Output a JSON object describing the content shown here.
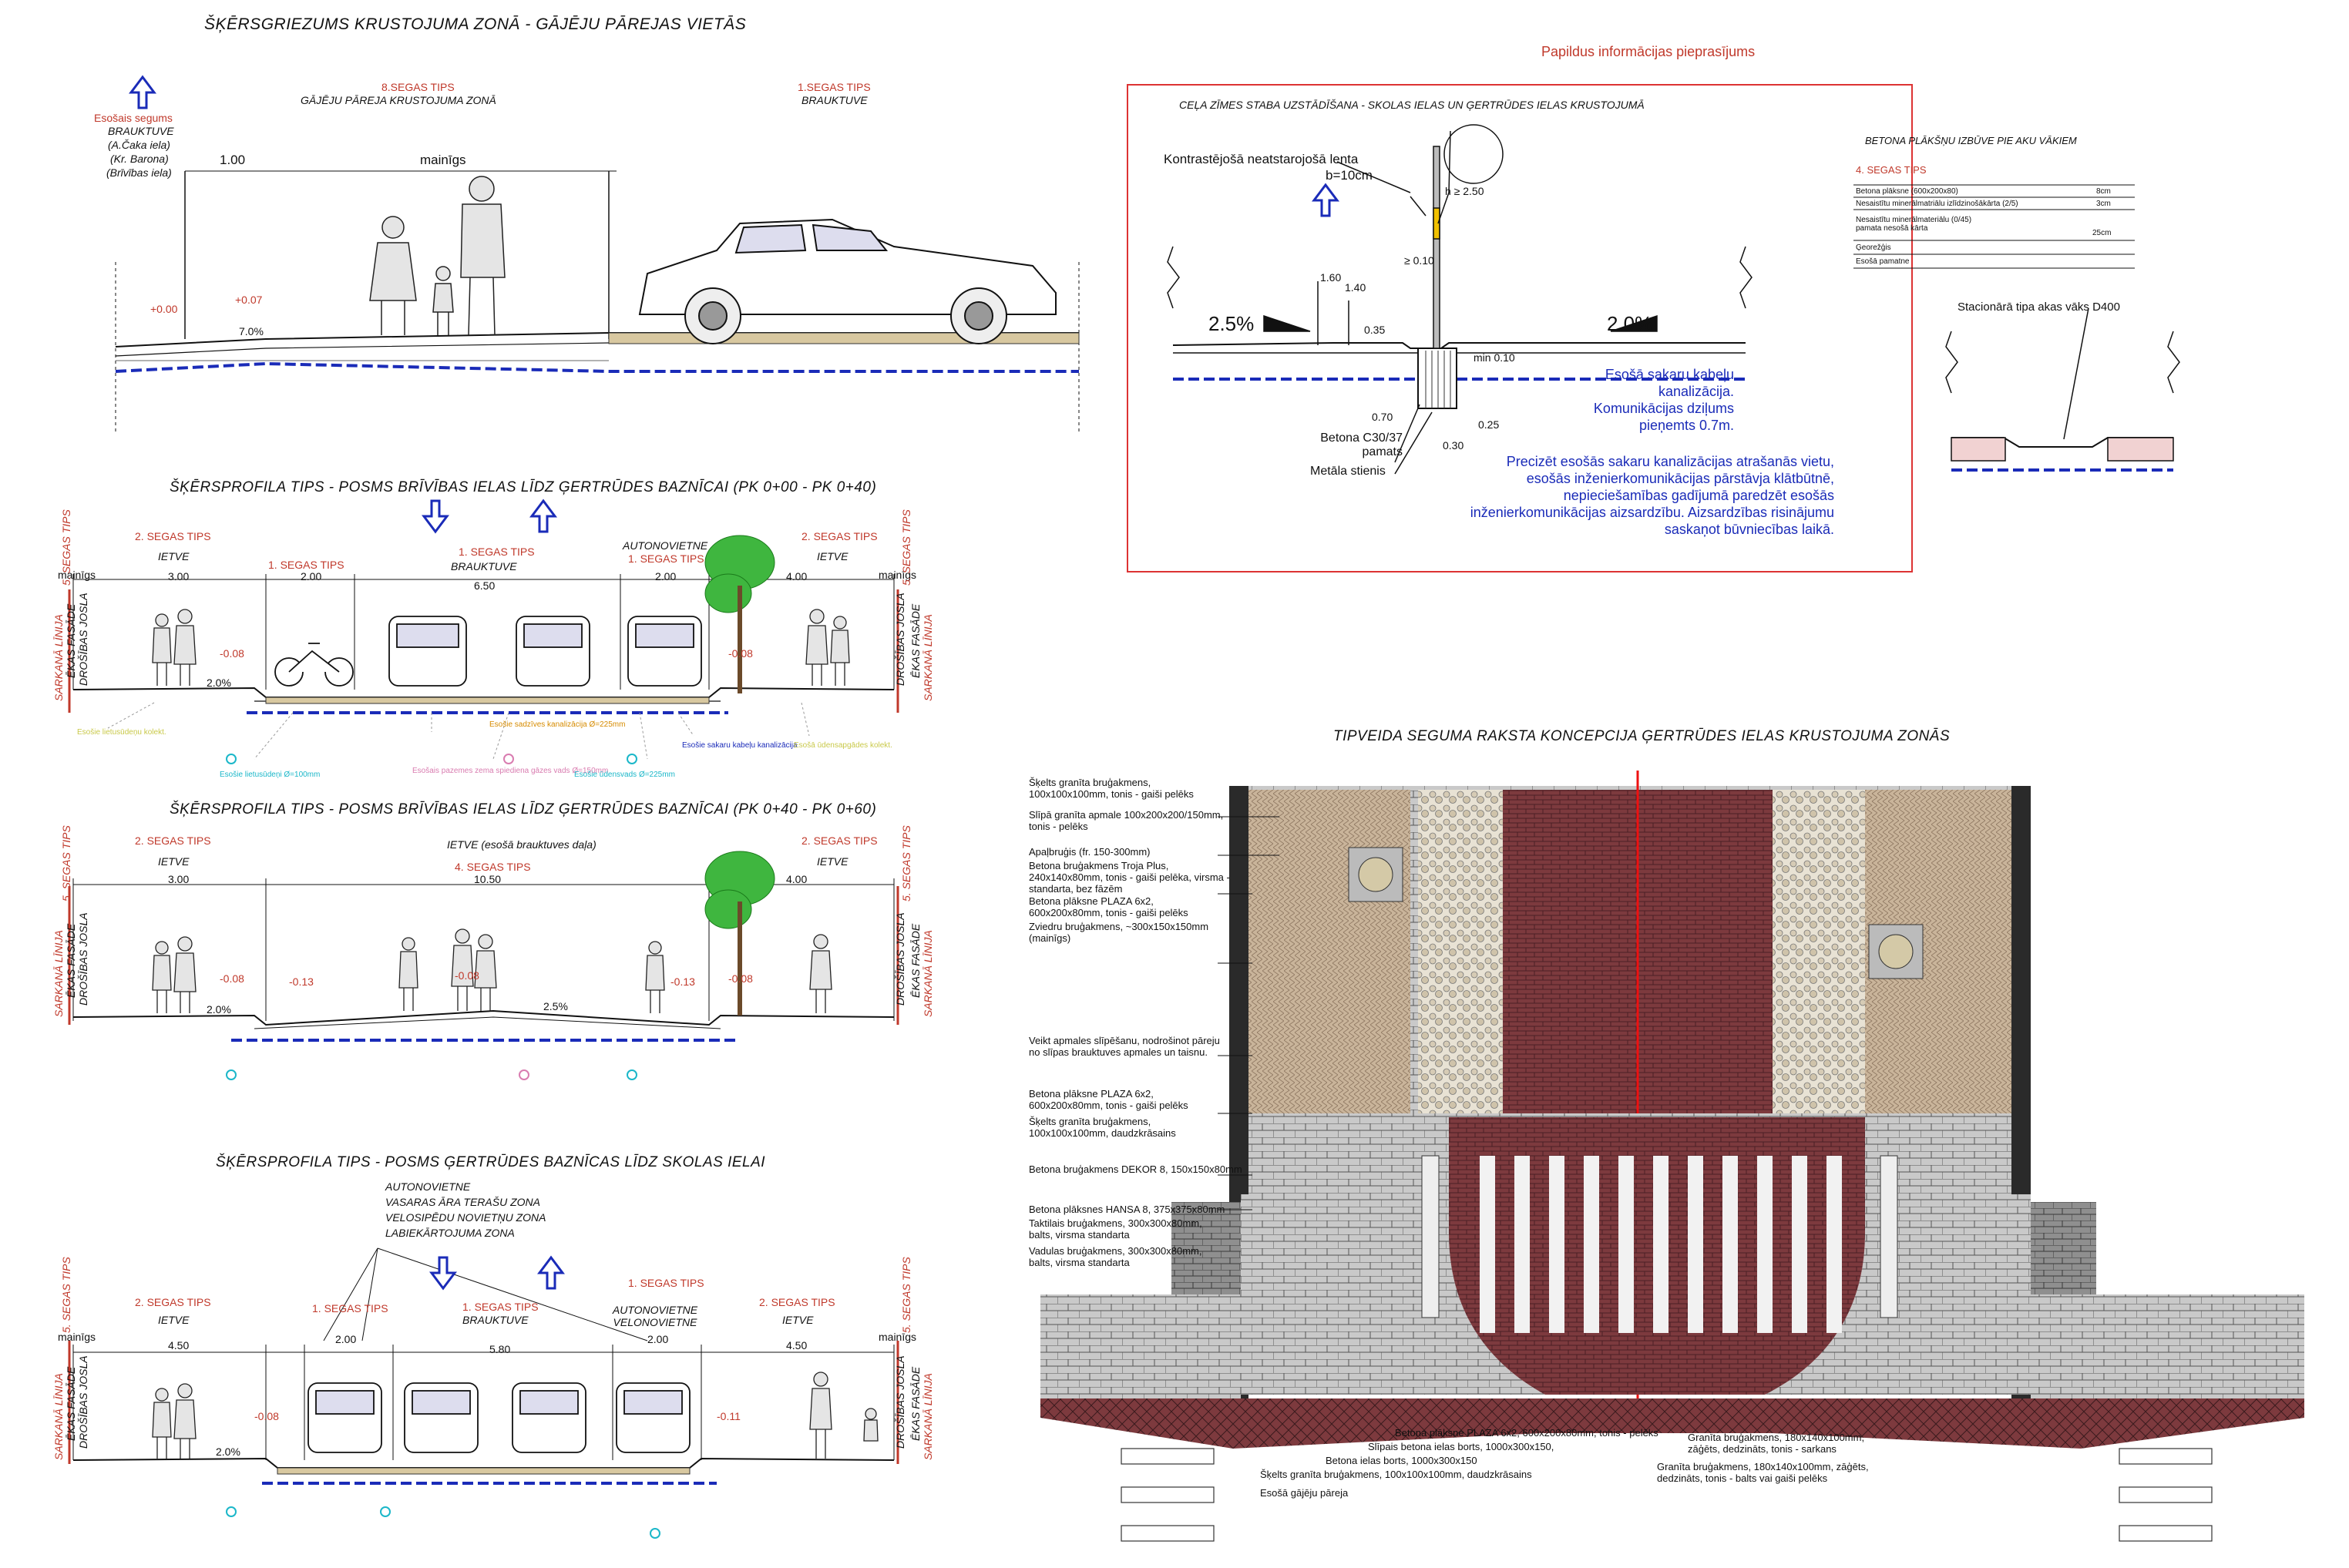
{
  "section1": {
    "title": "ŠĶĒRSGRIEZUMS KRUSTOJUMA ZONĀ - GĀJĒJU PĀREJAS VIETĀS",
    "type_left_label": "8.SEGAS TIPS",
    "type_left_sub": "GĀJĒJU PĀREJA KRUSTOJUMA ZONĀ",
    "type_right_label": "1.SEGAS TIPS",
    "type_right_sub": "BRAUKTUVE",
    "existing_lines": [
      "Esošais segums",
      "BRAUKTUVE",
      "(A.Čaka iela)",
      "(Kr. Barona)",
      "(Brīvības iela)"
    ],
    "dim_100": "1.00",
    "dim_variable": "mainīgs",
    "level_000": "+0.00",
    "level_007": "+0.07",
    "slope": "7.0%"
  },
  "section2": {
    "title": "ŠĶĒRSPROFILA TIPS - POSMS BRĪVĪBAS IELAS LĪDZ ĢERTRŪDES BAZNĪCAI (PK 0+00 - PK 0+40)",
    "labels": [
      "2. SEGAS TIPS",
      "1. SEGAS TIPS",
      "1. SEGAS TIPS",
      "AUTONOVIETNE",
      "1. SEGAS TIPS",
      "2. SEGAS TIPS"
    ],
    "sub": [
      "IETVE",
      "BRAUKTUVE",
      "IETVE"
    ],
    "dims": [
      "3.00",
      "2.00",
      "6.50",
      "2.00",
      "4.00"
    ],
    "variable": "mainīgs",
    "levels": [
      "-0.08",
      "-0.08"
    ],
    "slope": "2.0%",
    "side_labels": [
      "5. SEGAS TIPS",
      "ĒKAS FASĀDE",
      "SARKANĀ LĪNIJA",
      "DROŠĪBAS JOSLA"
    ],
    "legend": [
      "Esošie lietusūdeņu kolekt.",
      "Esošie sadzīves kanalizācija Ø=225mm",
      "Esošie lietusūdeņi Ø=100mm",
      "Esošais pazemes zema spiediena gāzes vads Ø=150mm",
      "Esošie sakaru kabeļu kanalizācija",
      "Esošie ūdensvads Ø=225mm",
      "Esošā ūdensapgādes kolekt."
    ]
  },
  "section3": {
    "title": "ŠĶĒRSPROFILA TIPS - POSMS BRĪVĪBAS IELAS LĪDZ ĢERTRŪDES BAZNĪCAI (PK 0+40 - PK 0+60)",
    "labels": [
      "2. SEGAS TIPS",
      "4. SEGAS TIPS",
      "2. SEGAS TIPS"
    ],
    "sub": [
      "IETVE",
      "IETVE (esošā brauktuves daļa)",
      "IETVE"
    ],
    "dims": [
      "3.00",
      "10.50",
      "4.00"
    ],
    "levels": [
      "-0.08",
      "-0.13",
      "-0.08",
      "-0.13",
      "-0.08"
    ],
    "slope": "2.0%",
    "slope2": "2.5%"
  },
  "section4": {
    "title": "ŠĶĒRSPROFILA TIPS - POSMS ĢERTRŪDES BAZNĪCAS LĪDZ SKOLAS IELAI",
    "notes": [
      "AUTONOVIETNE",
      "VASARAS ĀRA TERAŠU ZONA",
      "VELOSIPĒDU NOVIETŅU ZONA",
      "LABIEKĀRTOJUMA ZONA"
    ],
    "labels": [
      "2. SEGAS TIPS",
      "1. SEGAS TIPS",
      "1. SEGAS TIPS",
      "1. SEGAS TIPS",
      "2. SEGAS TIPS"
    ],
    "sub": [
      "IETVE",
      "BRAUKTUVE",
      "AUTONOVIETNE VELONOVIETNE",
      "IETVE"
    ],
    "dims": [
      "4.50",
      "2.00",
      "5.80",
      "2.00",
      "4.50"
    ],
    "variable": "mainīgs",
    "levels": [
      "-0.08",
      "-0.11"
    ],
    "slope": "2.0%"
  },
  "infobox": {
    "header": "Papildus informācijas pieprasījums",
    "subtitle": "CEĻA ZĪMES STABA UZSTĀDĪŠANA - SKOLAS IELAS UN ĢERTRŪDES IELAS KRUSTOJUMĀ",
    "tape": "Kontrastējošā neatstarojošā lenta",
    "tape_b": "b=10cm",
    "h_label": "h ≥ 2.50",
    "slope_left": "2.5%",
    "slope_right": "2.0%",
    "dims": [
      "1.60",
      "1.40",
      "≥ 0.10",
      "0.35",
      "min 0.10",
      "0.70",
      "0.25",
      "0.30"
    ],
    "concrete": "Betona C30/37 pamats",
    "rod": "Metāla stienis",
    "cable_note": "Esošā sakaru kabeļu kanalizācija. Komunikācijas dziļums pieņemts 0.7m.",
    "clarify_note": "Precizēt esošās sakaru kanalizācijas atrašanās vietu, esošās inženierkomunikācijas pārstāvja klātbūtnē, nepieciešamības gadījumā paredzēt esošās inženierkomunikācijas aizsardzību. Aizsardzības risinājumu saskaņot būvniecības laikā.",
    "manhole_title": "BETONA PLĀKŠŅU IZBŪVE PIE AKU VĀKIEM",
    "manhole_table_title": "4. SEGAS TIPS",
    "manhole_rows": [
      {
        "name": "Betona plāksne (600x200x80)",
        "val": "8cm"
      },
      {
        "name": "Nesaistītu minerālmatriālu izlīdzinošākārta (2/5)",
        "val": "3cm"
      },
      {
        "name": "Nesaistītu minerālmateriālu (0/45) pamata nesošā kārta",
        "val": "25cm"
      },
      {
        "name": "Ģeorežģis",
        "val": ""
      },
      {
        "name": "Esošā pamatne",
        "val": ""
      }
    ],
    "manhole_label": "Stacionārā tipa akas vāks D400"
  },
  "plan": {
    "title": "TIPVEIDA SEGUMA RAKSTA KONCEPCIJA ĢERTRŪDES IELAS KRUSTOJUMA ZONĀS",
    "left_labels": [
      "Šķelts granīta bruģakmens, 100x100x100mm, tonis - gaiši pelēks",
      "Slīpā granīta apmale 100x200x200/150mm, tonis - pelēks",
      "Apaļbruģis (fr. 150-300mm)",
      "Betona bruģakmens Troja Plus, 240x140x80mm, tonis - gaiši pelēka, virsma - standarta, bez fāzēm",
      "Betona plāksne PLAZA 6x2, 600x200x80mm, tonis - gaiši pelēks",
      "Zviedru bruģakmens, ~300x150x150mm (mainīgs)",
      "Veikt apmales slīpēšanu, nodrošinot pāreju no slīpas brauktuves apmales un taisnu.",
      "Betona plāksne PLAZA 6x2, 600x200x80mm, tonis - gaiši pelēks",
      "Šķelts granīta bruģakmens, 100x100x100mm, daudzkrāsains",
      "Betona bruģakmens DEKOR 8, 150x150x80mm",
      "Betona plāksnes HANSA 8, 375x375x80mm",
      "Taktilais bruģakmens, 300x300x80mm, balts, virsma standarta",
      "Vadulas bruģakmens, 300x300x80mm, balts, virsma standarta"
    ],
    "bottom_labels": [
      "Betona plāksne PLAZA 6x2, 600x200x80mm, tonis - pelēks",
      "Slīpais betona ielas borts, 1000x300x150,",
      "Betona ielas borts, 1000x300x150",
      "Šķelts granīta bruģakmens, 100x100x100mm, daudzkrāsains",
      "Esošā gājēju pāreja"
    ],
    "right_labels": [
      "Granīta bruģakmens, 180x140x100mm, zāģēts, dedzināts, tonis - sarkans",
      "Granīta bruģakmens, 180x140x100mm, zāģēts, dedzināts, tonis - balts vai gaiši pelēks"
    ]
  },
  "colors": {
    "red_line": "#c0392b",
    "blue_line": "#1a2bb8",
    "brick_dark": "#7d3a3e",
    "sand": "#c9b49a",
    "grey_block": "#9a9a9a"
  }
}
